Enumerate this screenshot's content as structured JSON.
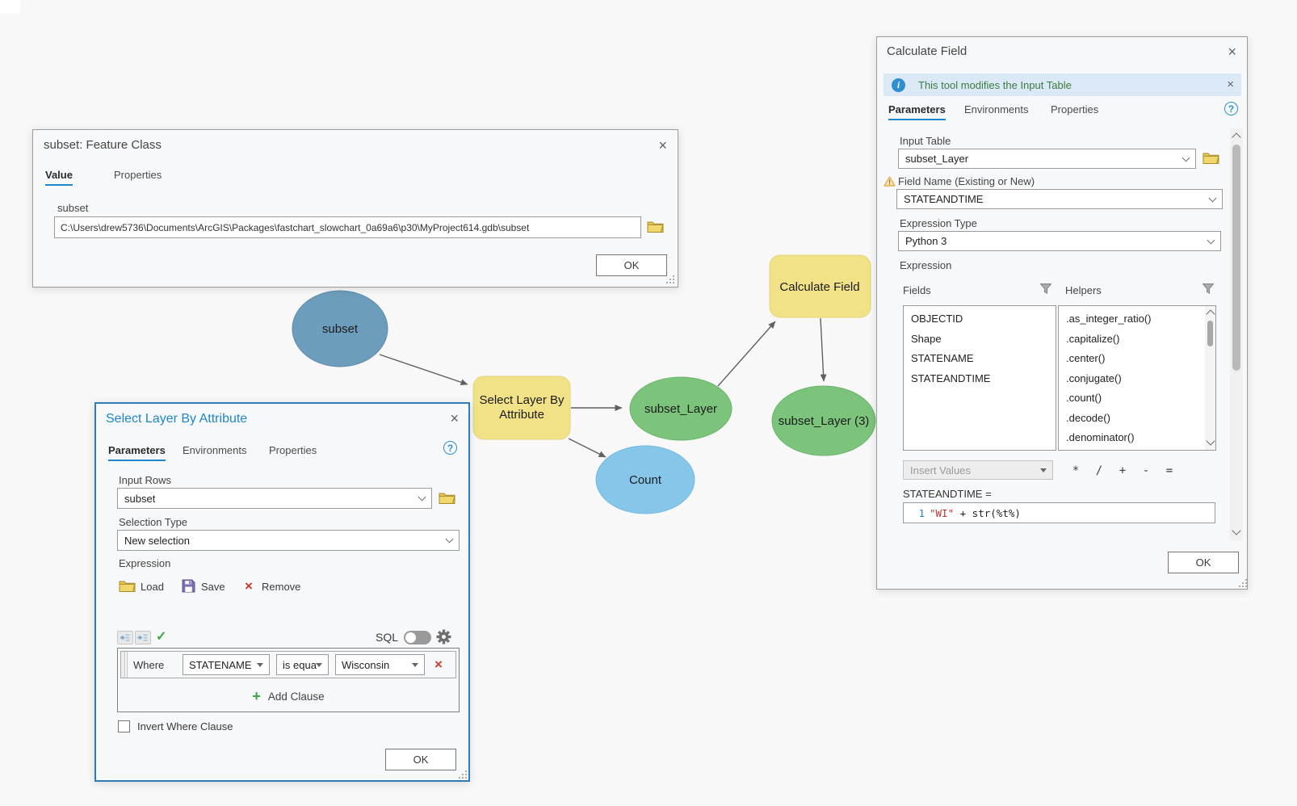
{
  "colors": {
    "accent_blue": "#1e87c8",
    "banner_bg": "#dbe9f7",
    "banner_text_green": "#3c7a3f",
    "process_yellow": "#f1e288",
    "derived_data_green": "#7cc47c",
    "input_data_blue": "#6d9dbc",
    "derived_value_blue": "#85c6e9",
    "connector_gray": "#606060",
    "code_string_red": "#c62f2f",
    "code_line_number_blue": "#2b7cd3"
  },
  "icons": {
    "close": "×",
    "check": "✓",
    "remove_x": "×",
    "plus": "+",
    "info": "i",
    "help": "?",
    "warning": "!"
  },
  "feature_class_dialog": {
    "title": "subset: Feature Class",
    "tabs": {
      "value": "Value",
      "properties": "Properties"
    },
    "field_label": "subset",
    "field_value": "C:\\Users\\drew5736\\Documents\\ArcGIS\\Packages\\fastchart_slowchart_0a69a6\\p30\\MyProject614.gdb\\subset",
    "ok_label": "OK"
  },
  "select_dialog": {
    "title": "Select Layer By Attribute",
    "tabs": {
      "parameters": "Parameters",
      "environments": "Environments",
      "properties": "Properties"
    },
    "input_rows": {
      "label": "Input Rows",
      "value": "subset"
    },
    "selection_type": {
      "label": "Selection Type",
      "value": "New selection"
    },
    "expression_label": "Expression",
    "toolbar": {
      "load": "Load",
      "save": "Save",
      "remove": "Remove"
    },
    "sql_label": "SQL",
    "clause": {
      "where": "Where",
      "field": "STATENAME",
      "operator": "is equa",
      "value": "Wisconsin"
    },
    "add_clause_label": "Add Clause",
    "invert_label": "Invert Where Clause",
    "ok_label": "OK"
  },
  "calculate_dialog": {
    "title": "Calculate Field",
    "banner_text": "This tool modifies the Input Table",
    "tabs": {
      "parameters": "Parameters",
      "environments": "Environments",
      "properties": "Properties"
    },
    "input_table": {
      "label": "Input Table",
      "value": "subset_Layer"
    },
    "field_name": {
      "label": "Field Name (Existing or New)",
      "value": "STATEANDTIME"
    },
    "expression_type": {
      "label": "Expression Type",
      "value": "Python 3"
    },
    "expression_label": "Expression",
    "fields_label": "Fields",
    "helpers_label": "Helpers",
    "fields": [
      "OBJECTID",
      "Shape",
      "STATENAME",
      "STATEANDTIME"
    ],
    "helpers": [
      ".as_integer_ratio()",
      ".capitalize()",
      ".center()",
      ".conjugate()",
      ".count()",
      ".decode()",
      ".denominator()"
    ],
    "insert_values_label": "Insert Values",
    "operators": {
      "multiply": "*",
      "divide": "/",
      "add": "+",
      "subtract": "-",
      "equals": "="
    },
    "assignment_label": "STATEANDTIME =",
    "code": {
      "line_number": "1",
      "string_part": "\"WI\"",
      "rest_part": " + str(%t%)"
    },
    "ok_label": "OK"
  },
  "model": {
    "nodes": {
      "subset": "subset",
      "select_line1": "Select Layer By",
      "select_line2": "Attribute",
      "subset_layer": "subset_Layer",
      "count": "Count",
      "calculate_field": "Calculate Field",
      "subset_layer_3": "subset_Layer (3)"
    }
  }
}
